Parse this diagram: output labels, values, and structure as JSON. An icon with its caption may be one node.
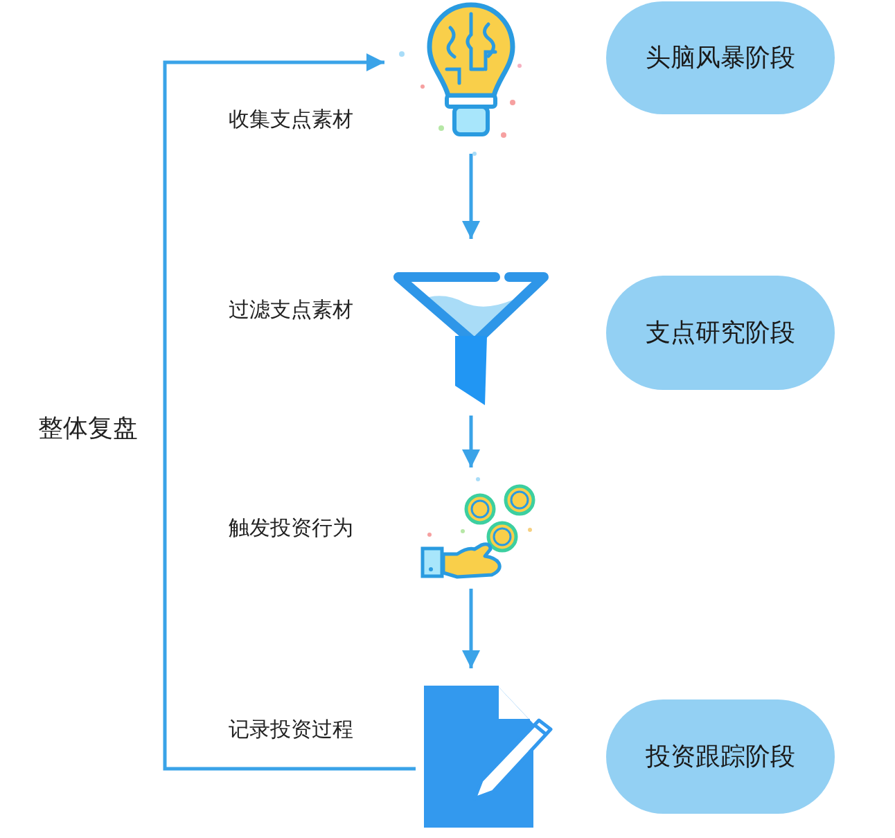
{
  "diagram": {
    "nodes": [
      {
        "text": [],
        "shape": "picture",
        "beside": [
          "收集支点素材"
        ]
      },
      {
        "text": [],
        "shape": "picture",
        "beside": [
          "过滤支点素材"
        ]
      },
      {
        "text": [],
        "shape": "picture",
        "beside": [
          "触发投资行为"
        ]
      },
      {
        "text": [],
        "shape": "picture",
        "beside": [
          "记录投资过程"
        ]
      },
      {
        "text": [
          "头脑风暴阶段"
        ]
      },
      {
        "text": [
          "支点研究阶段"
        ]
      },
      {
        "text": [
          "投资跟踪阶段"
        ]
      }
    ],
    "edges": [
      {
        "from": 0,
        "to": 1,
        "arrow": "to"
      },
      {
        "from": 1,
        "to": 2,
        "arrow": "to"
      },
      {
        "from": 2,
        "to": 3,
        "arrow": "to"
      },
      {
        "from": 3,
        "to": 0,
        "arrow": "to",
        "label": "整体复盘"
      }
    ]
  }
}
